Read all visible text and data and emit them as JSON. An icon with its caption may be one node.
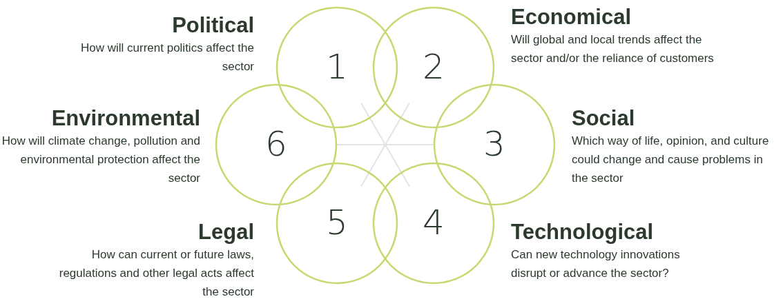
{
  "diagram": {
    "nodes": [
      {
        "text": [
          "1"
        ],
        "beside": [
          "Political",
          "How will current politics affect the sector"
        ]
      },
      {
        "text": [
          "2"
        ],
        "beside": [
          "Economical",
          "Will global and local trends affect the sector and/or the reliance of customers"
        ]
      },
      {
        "text": [
          "3"
        ],
        "beside": [
          "Social",
          "Which way of life, opinion, and culture could change and cause problems in the sector"
        ]
      },
      {
        "text": [
          "4"
        ],
        "beside": [
          "Technological",
          "Can new technology innovations disrupt or advance the sector?"
        ]
      },
      {
        "text": [
          "5"
        ],
        "beside": [
          "Legal",
          "How can current or future laws, regulations and other legal acts affect the sector"
        ]
      },
      {
        "text": [
          "6"
        ],
        "beside": [
          "Environmental",
          "How will climate change, pollution and environmental protection affect the sector"
        ]
      }
    ],
    "edges": []
  }
}
